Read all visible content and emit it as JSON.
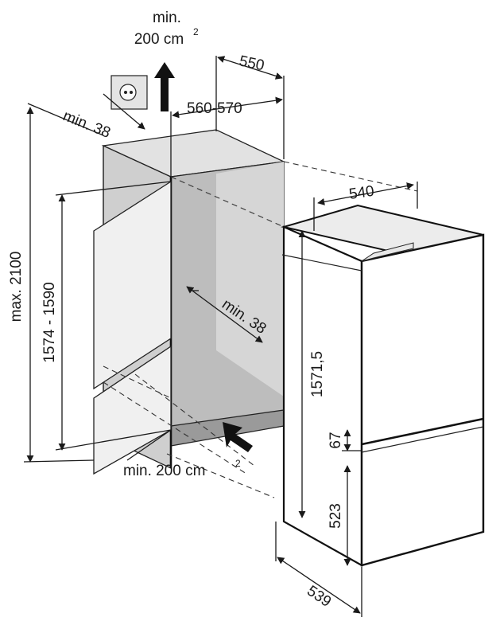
{
  "labels": {
    "vent_top_line1": "min.",
    "vent_top_area": "200 cm",
    "vent_top_sup": "2",
    "depth_top": "550",
    "niche_depth": "560-570",
    "side_min": "min. 38",
    "appliance_width": "540",
    "max_height": "max. 2100",
    "niche_height": "1574 - 1590",
    "rear_gap": "min. 38",
    "appliance_height": "1571,5",
    "gap_67": "67",
    "vent_bottom_area": "min. 200 cm",
    "vent_bottom_sup": "2",
    "lower_height": "523",
    "appliance_depth": "539"
  },
  "icons": {
    "socket": "power-socket-icon",
    "vent_up": "arrow-up-icon",
    "vent_in": "arrow-in-icon"
  }
}
